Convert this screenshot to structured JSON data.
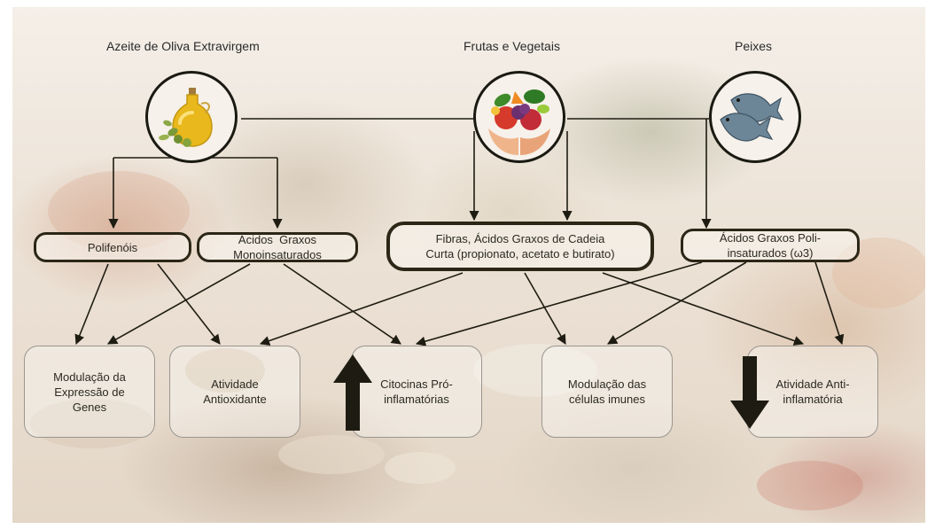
{
  "sources": {
    "olive_oil": "Azeite de Oliva Extravirgem",
    "fruits_vegetables": "Frutas e Vegetais",
    "fish": "Peixes"
  },
  "components": {
    "polyphenols": "Polifenóis",
    "mufa_line1": "Ácidos  Graxos",
    "mufa_line2": "Monoinsaturados",
    "fiber_line1": "Fibras, Ácidos Graxos de Cadeia",
    "fiber_line2": "Curta (propionato, acetato e butirato)",
    "pufa_line1": "Ácidos Graxos Poli-",
    "pufa_line2": "insaturados (ω3)"
  },
  "effects": {
    "gene_line1": "Modulação da",
    "gene_line2": "Expressão de",
    "gene_line3": "Genes",
    "antiox_line1": "Atividade",
    "antiox_line2": "Antioxidante",
    "cytokine_line1": "Citocinas Pró-",
    "cytokine_line2": "inflamatórias",
    "immune_line1": "Modulação das",
    "immune_line2": "células imunes",
    "antiinfl_line1": "Atividade Anti-",
    "antiinfl_line2": "inflamatória"
  },
  "icons": {
    "olive_oil": "olive-oil-bottle-icon",
    "fruits_vegetables": "hands-holding-produce-icon",
    "fish": "fish-pair-icon",
    "increase": "arrow-up-icon",
    "decrease": "arrow-down-icon"
  },
  "colors": {
    "border_dark": "#1a1a12",
    "text": "#2b2a22",
    "arrow": "#1e1c12"
  }
}
